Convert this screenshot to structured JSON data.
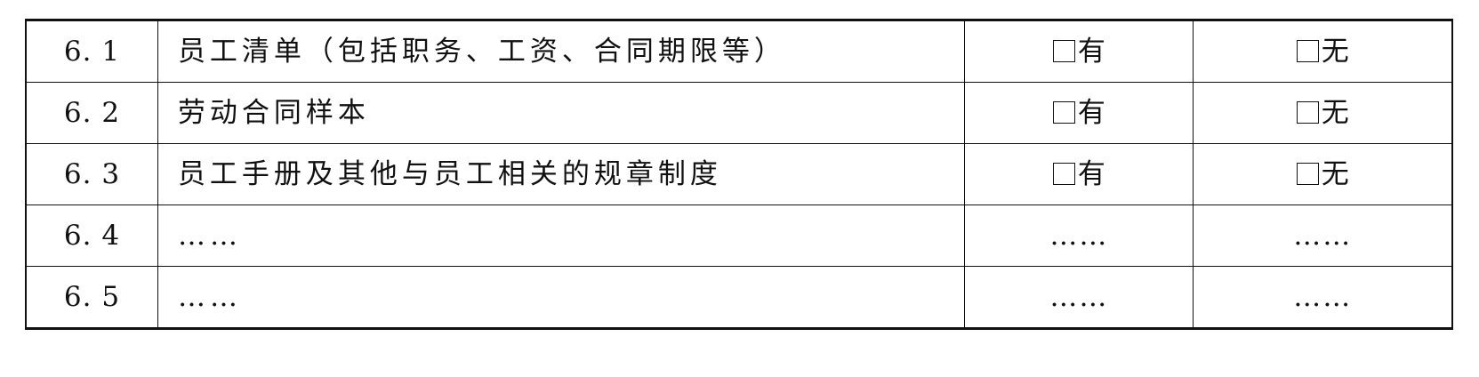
{
  "table": {
    "rows": [
      {
        "num": "6. 1",
        "item": "员工清单（包括职务、工资、合同期限等）",
        "yes": "有",
        "no": "无",
        "has_checkbox": true
      },
      {
        "num": "6. 2",
        "item": "劳动合同样本",
        "yes": "有",
        "no": "无",
        "has_checkbox": true
      },
      {
        "num": "6. 3",
        "item": "员工手册及其他与员工相关的规章制度",
        "yes": "有",
        "no": "无",
        "has_checkbox": true
      },
      {
        "num": "6. 4",
        "item": "……",
        "yes": "……",
        "no": "……",
        "has_checkbox": false
      },
      {
        "num": "6. 5",
        "item": "……",
        "yes": "……",
        "no": "……",
        "has_checkbox": false
      }
    ],
    "border_color": "#111111"
  }
}
